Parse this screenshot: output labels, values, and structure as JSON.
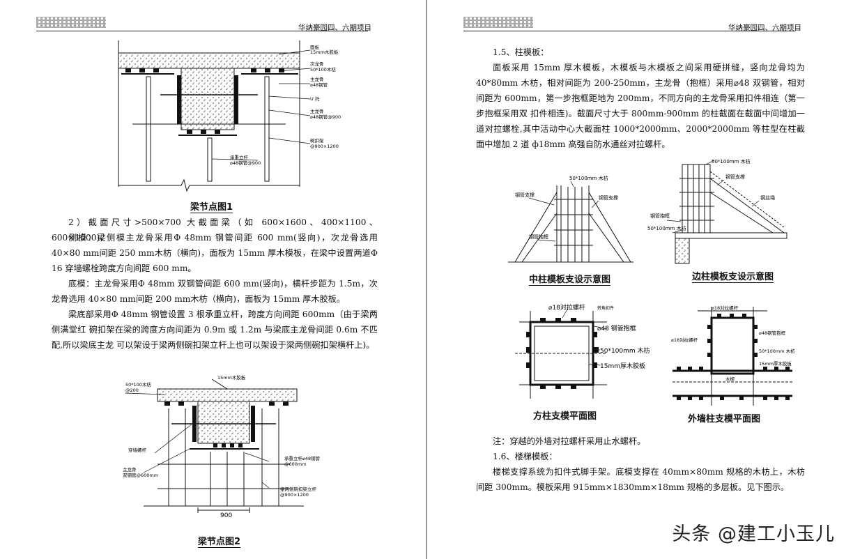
{
  "header": {
    "title": "华纳豪园四、六期项目"
  },
  "left": {
    "fig1": {
      "caption": "梁节点图1",
      "labels": {
        "l1": "面板",
        "l1b": "15mm木胶板",
        "l2": "次龙骨",
        "l2b": "50*100木枋",
        "l3": "主龙骨",
        "l3b": "⌀48钢管",
        "l4": "U  托",
        "l5": "主龙骨",
        "l5b": "⌀48钢管@900",
        "l6": "碗扣架",
        "l6b": "@900×1200",
        "l7": "承重立杆",
        "l7b": "⌀48钢管@900"
      }
    },
    "para": [
      "2）截面尺寸>500×700 大截面梁（如 600×1600、400×1100、600×1000)：",
      "侧模：梁侧模主龙骨采用Φ 48mm 钢管间距 600 mm(竖向)，次龙骨选用 40×80 mm间距 250 mm木枋（横向)，面板为 15mm 厚木模板，在梁中设置两道Φ 16 穿墙螺栓跨度方向间距 600 mm。",
      "底模：主龙骨采用Φ 48mm 双钢管间距 600 mm(竖向)，横杆步距为 1.5m，次龙骨选用 40×80 mm间距 200 mm木枋（横向)，面板为 15mm 厚木胶板。",
      "梁底部采用Φ 48mm 钢管设置 3 根承重立杆，跨度方向间距 600mm（由于梁两侧满堂红 碗扣架在梁的跨度方向间距为 0.9m 或 1.2m 与梁底主龙骨间距 0.6m 不匹配,所以梁底主龙 可以架设于梁两侧碗扣架立杆上也可以架设于梁两侧碗扣架横杆上)。"
    ],
    "fig2": {
      "caption": "梁节点图2",
      "labels": {
        "a": "50*100木枋",
        "ab": "@200",
        "b": "15mm木胶板",
        "c": "穿墙螺杆",
        "d": "主龙骨",
        "db": "双钢管@600mm",
        "e": "承重立杆⌀48钢管",
        "eb": "@600mm",
        "f": "梁两侧碗扣架立杆",
        "fb": "@900×1200",
        "g": "900"
      }
    }
  },
  "right": {
    "para": [
      "1.5、柱模板：",
      "面板采用 15mm 厚木模板，木模板与木模板之间采用硬拼缝，竖向龙骨均为 40*80mm 木枋，相对间距为 200-250mm，主龙骨（抱框）采用⌀48 双钢管，相对间距为 600mm，第一步抱框距地为 200mm，不同方向的主龙骨采用扣件相连（第一步抱框采用双 扣件相连)。截面尺寸大于 800mm-900mm 的柱截面在截面中间增加一道对拉螺栓,其中活动中心大截面柱 1000*2000mm、2000*2000mm 等柱型在柱截面中增加 2 道 ф18mm 高强自防水通丝对拉螺杆。"
    ],
    "fig_mid": {
      "caption": "中柱模板支设示意图",
      "labels": {
        "a": "50*100mm 木枋",
        "b": "钢管支撑",
        "c": "钢管支撑",
        "d": "钢管抱框"
      }
    },
    "fig_edge": {
      "caption": "边柱模板支设示意图",
      "labels": {
        "a": "50*100mm 木枋",
        "b": "钢管支撑",
        "c": "钢丝绳",
        "d": "钢管抱框",
        "e": "50*100mm 木枋"
      }
    },
    "fig_square": {
      "caption": "方柱支模平面图",
      "labels": {
        "a": "⌀18对拉螺杆",
        "a2": "转角扣件",
        "b": "⌀48 钢管抱框",
        "c": "50*100mm 木枋",
        "d": "15mm厚木胶板"
      }
    },
    "fig_wall": {
      "caption": "外墙柱支模平面图",
      "labels": {
        "a": "⌀18对拉螺杆",
        "a2": "⌀18对拉螺杆",
        "b": "⌀48钢管抱框",
        "c": "50*100mm 木枋",
        "d": "15mm厚木胶板",
        "e": "木楔"
      }
    },
    "note": "注：穿越的外墙对拉螺杆采用止水螺杆。",
    "stair_heading": "1.6、楼梯模板：",
    "stair_text": "楼梯支撑系统为扣件式脚手架。底模支撑在 40mm×80mm 规格的木枋上，木枋间距 300mm。模板采用 915mm×1830mm×18mm 规格的多层板。见下图示。"
  },
  "watermark": "头条 @建工小玉儿"
}
